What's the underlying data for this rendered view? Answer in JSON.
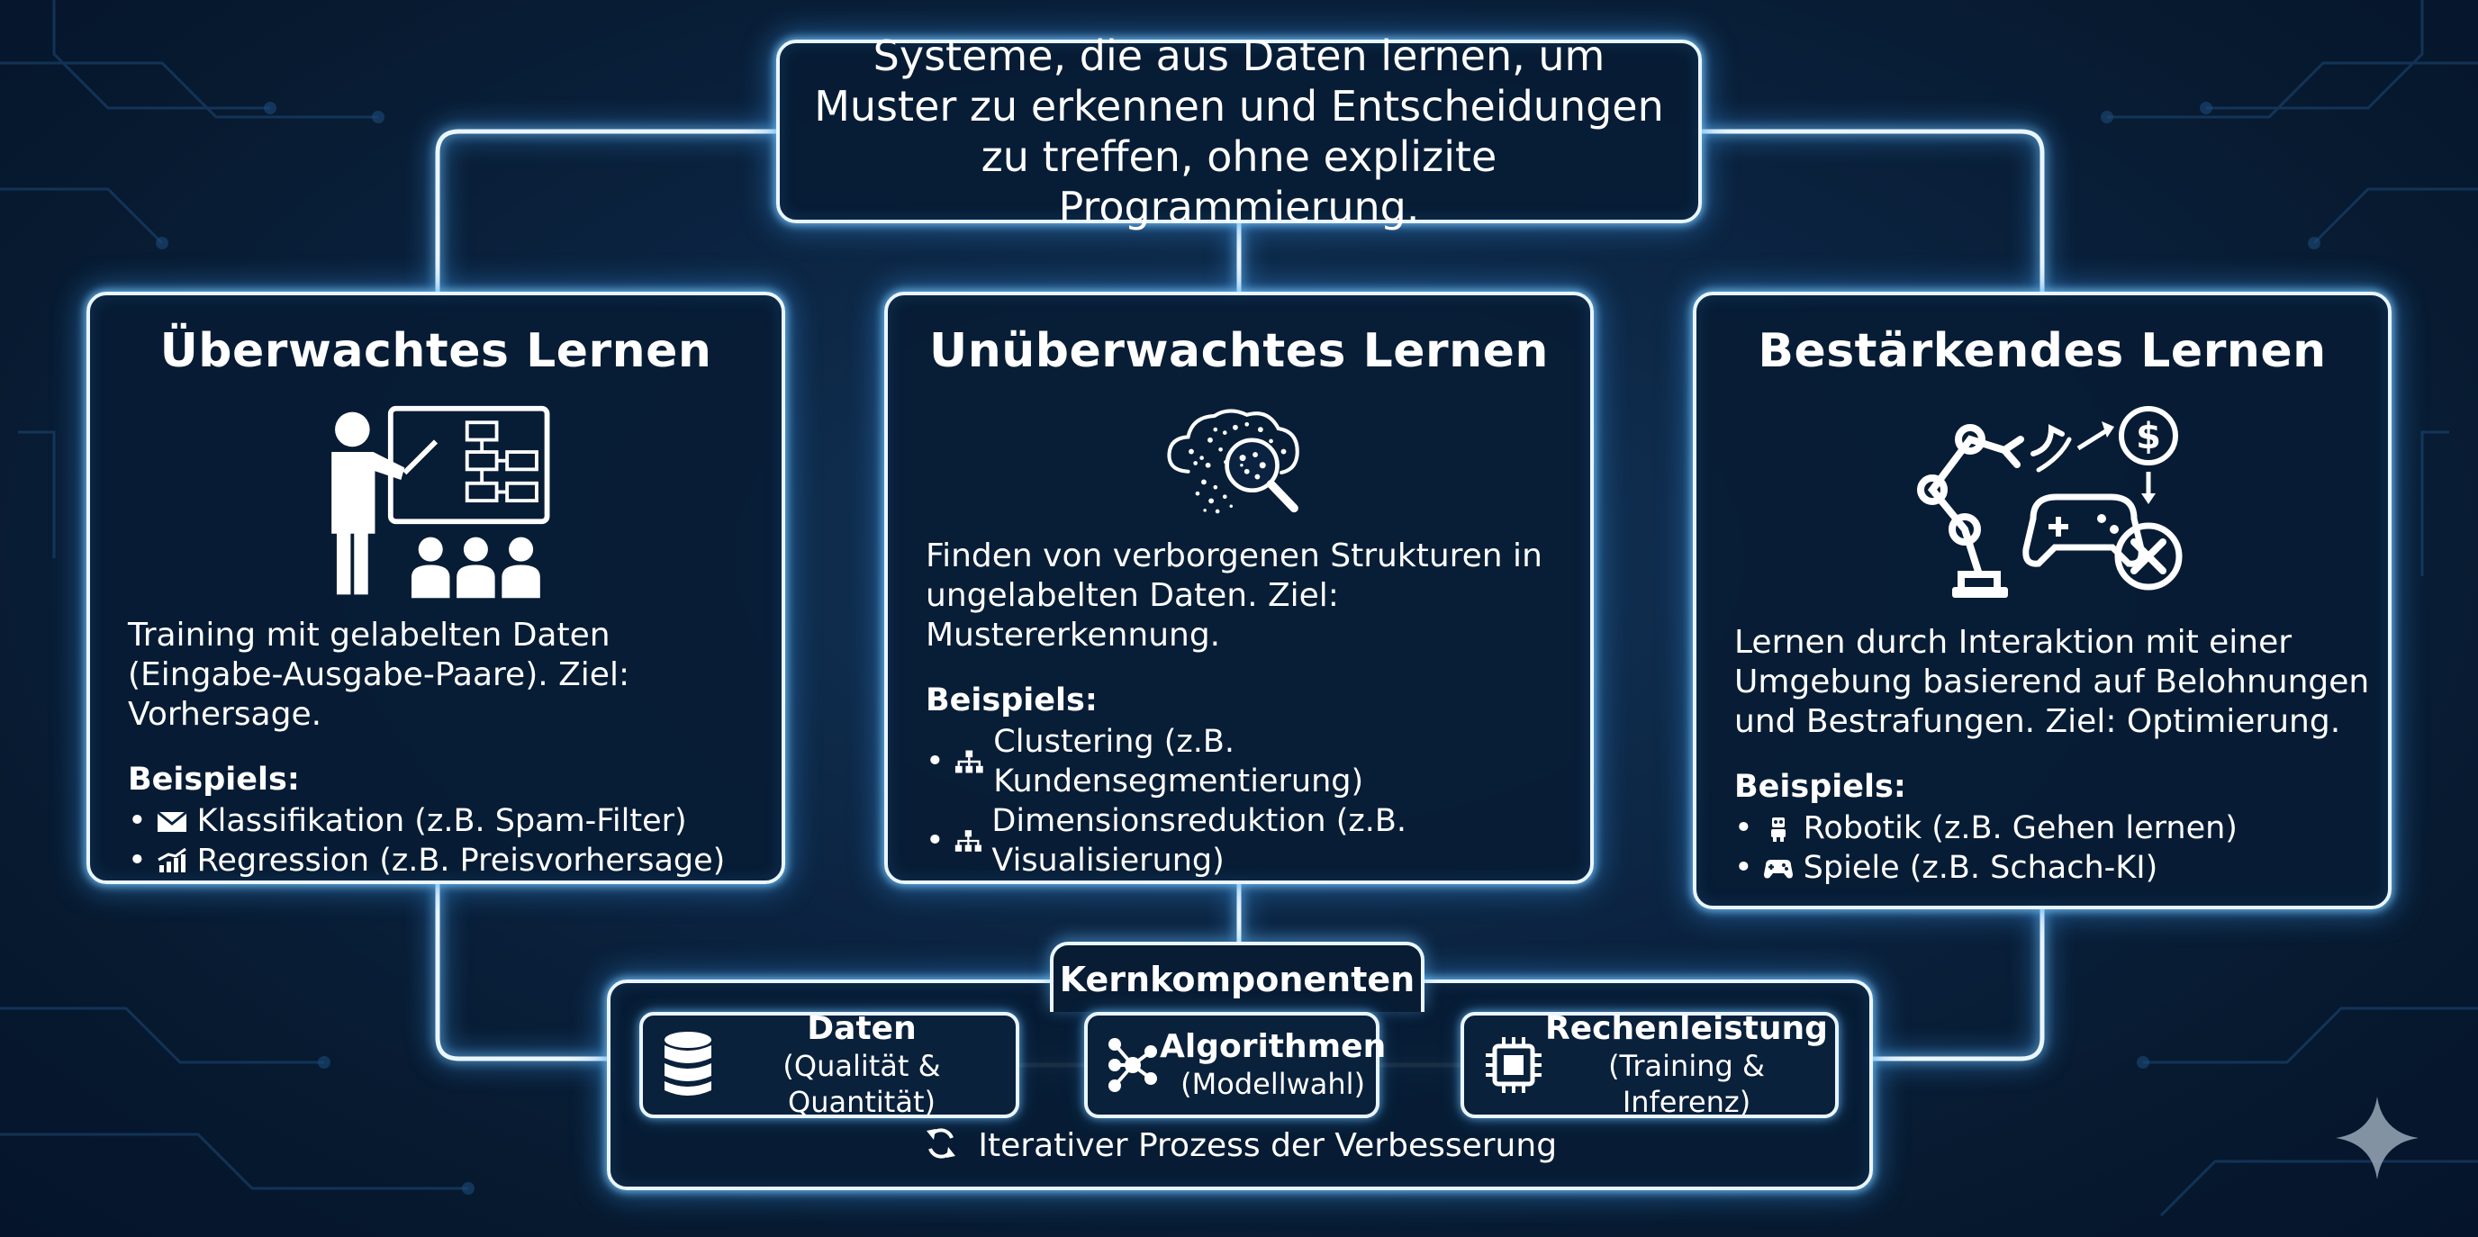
{
  "definition": "Systeme, die aus Daten lernen, um Muster zu erkennen und Entscheidungen zu treffen, ohne explizite Programmierung.",
  "cards": [
    {
      "title": "Überwachtes Lernen",
      "icon": "teacher-presentation-icon",
      "description": "Training mit gelabelten Daten\n(Eingabe-Ausgabe-Paare). Ziel: Vorhersage.",
      "examples_heading": "Beispiels:",
      "examples": [
        {
          "icon": "envelope-icon",
          "text": "Klassifikation (z.B. Spam-Filter)"
        },
        {
          "icon": "chart-trend-icon",
          "text": "Regression (z.B. Preisvorhersage)"
        }
      ]
    },
    {
      "title": "Unüberwachtes Lernen",
      "icon": "cloud-magnifier-icon",
      "description": "Finden von verborgenen Strukturen in\nungelabelten Daten. Ziel: Mustererkennung.",
      "examples_heading": "Beispiels:",
      "examples": [
        {
          "icon": "hierarchy-icon",
          "text": "Clustering (z.B. Kundensegmentierung)"
        },
        {
          "icon": "hierarchy-icon",
          "text": "Dimensionsreduktion (z.B. Visualisierung)"
        }
      ]
    },
    {
      "title": "Bestärkendes Lernen",
      "icon": "robot-arm-reward-icon",
      "description": "Lernen durch Interaktion mit einer\nUmgebung basierend auf Belohnungen\nund Bestrafungen. Ziel: Optimierung.",
      "examples_heading": "Beispiels:",
      "examples": [
        {
          "icon": "robot-icon",
          "text": "Robotik (z.B. Gehen lernen)"
        },
        {
          "icon": "gamepad-icon",
          "text": "Spiele (z.B. Schach-KI)"
        }
      ]
    }
  ],
  "core": {
    "title": "Kernkomponenten",
    "components": [
      {
        "icon": "database-icon",
        "name": "Daten",
        "sub": "(Qualität & Quantität)"
      },
      {
        "icon": "network-icon",
        "name": "Algorithmen",
        "sub": "(Modellwahl)"
      },
      {
        "icon": "chip-icon",
        "name": "Rechenleistung",
        "sub": "(Training & Inferenz)"
      }
    ],
    "footer": "Iterativer Prozess der Verbesserung"
  },
  "colors": {
    "background": "#0b2340",
    "box_fill": "#081c34",
    "glow": "#78c8ff",
    "stroke": "#eaf6ff"
  }
}
